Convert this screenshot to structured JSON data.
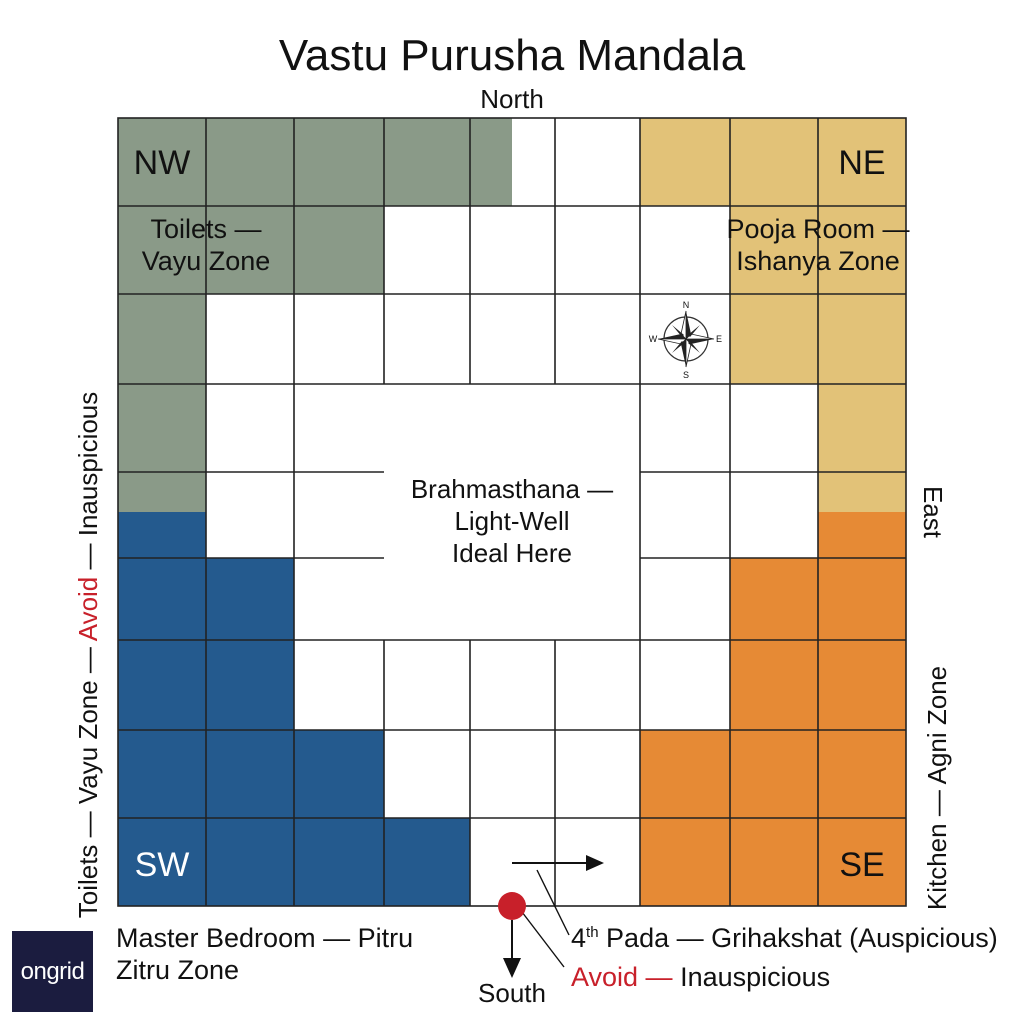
{
  "title": "Vastu Purusha Mandala",
  "directions": {
    "north": "North",
    "south": "South",
    "east": "East"
  },
  "corners": {
    "nw": "NW",
    "ne": "NE",
    "sw": "SW",
    "se": "SE"
  },
  "zones": {
    "nw": {
      "line1": "Toilets —",
      "line2": "Vayu Zone",
      "color": "#8a9a88"
    },
    "ne": {
      "line1": "Pooja Room —",
      "line2": "Ishanya Zone",
      "color": "#e2c278"
    },
    "sw": {
      "color": "#245a8e"
    },
    "se": {
      "color": "#e68a35"
    },
    "center": {
      "line1": "Brahmasthana —",
      "line2": "Light-Well",
      "line3": "Ideal Here"
    }
  },
  "compass": {
    "n": "N",
    "s": "S",
    "e": "E",
    "w": "W"
  },
  "side_labels": {
    "west": {
      "part1": "Toilets — Vayu Zone — ",
      "part2": "Avoid",
      "part3": " — Inauspicious"
    },
    "east_bottom": "Kitchen — Agni Zone"
  },
  "bottom_labels": {
    "sw_line1": "Master Bedroom — Pitru",
    "sw_line2": "Zitru Zone",
    "pada": "4",
    "pada_sup": "th",
    "pada_rest": " Pada — Grihakshat (Auspicious)",
    "avoid": "Avoid —",
    "inauspicious": " Inauspicious"
  },
  "logo": "ongrid",
  "accent_red": "#c8202a"
}
